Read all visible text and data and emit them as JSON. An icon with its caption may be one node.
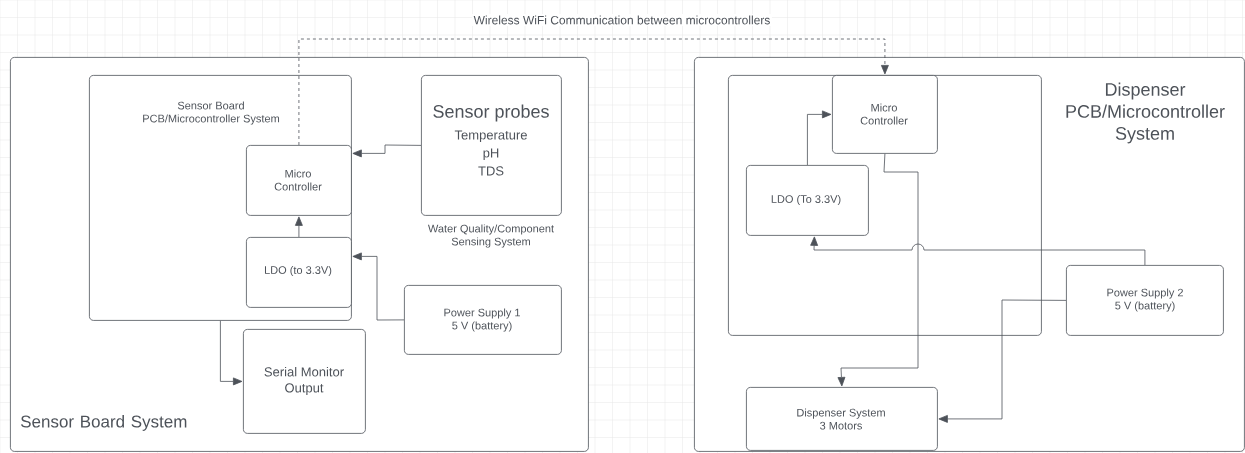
{
  "diagram": {
    "nodes": [
      {
        "text": [
          "Sensor Board System"
        ]
      },
      {
        "text": [
          "Sensor Board PCB/Microcontroller System"
        ],
        "in": 0
      },
      {
        "text": [
          "Micro Controller"
        ],
        "in": 1
      },
      {
        "text": [
          "LDO (to 3.3V)"
        ],
        "in": 1
      },
      {
        "text": [
          "Sensor probes",
          "Temperature pH TDS",
          "Water Quality/Component Sensing System"
        ],
        "in": 0
      },
      {
        "text": [
          "Power Supply 1 5 V (battery)"
        ],
        "in": 0
      },
      {
        "text": [
          "Serial Monitor Output"
        ],
        "in": 0
      },
      {
        "text": [
          "Dispenser PCB/Microcontroller System"
        ]
      },
      {
        "text": [],
        "shape": "box",
        "in": 7
      },
      {
        "text": [
          "Micro Controller"
        ],
        "in": 8
      },
      {
        "text": [
          "LDO (To 3.3V)"
        ],
        "in": 8
      },
      {
        "text": [
          "Power Supply 2 5 V (battery)"
        ],
        "in": 7
      },
      {
        "text": [
          "Dispenser System 3 Motors"
        ],
        "in": 7
      }
    ],
    "edges": [
      {
        "from": 2,
        "to": 9,
        "arrow": "to",
        "style": "dashed",
        "label": "Wireless WiFi Communication between microcontrollers"
      },
      {
        "from": 4,
        "to": 2,
        "arrow": "to"
      },
      {
        "from": 3,
        "to": 2,
        "arrow": "to"
      },
      {
        "from": 5,
        "to": 3,
        "arrow": "to"
      },
      {
        "from": 1,
        "to": 6,
        "arrow": "to"
      },
      {
        "from": 10,
        "to": 9,
        "arrow": "to"
      },
      {
        "from": 9,
        "to": 12,
        "arrow": "to"
      },
      {
        "from": 11,
        "to": 10,
        "arrow": "to"
      },
      {
        "from": 11,
        "to": 12,
        "arrow": "to"
      }
    ]
  }
}
